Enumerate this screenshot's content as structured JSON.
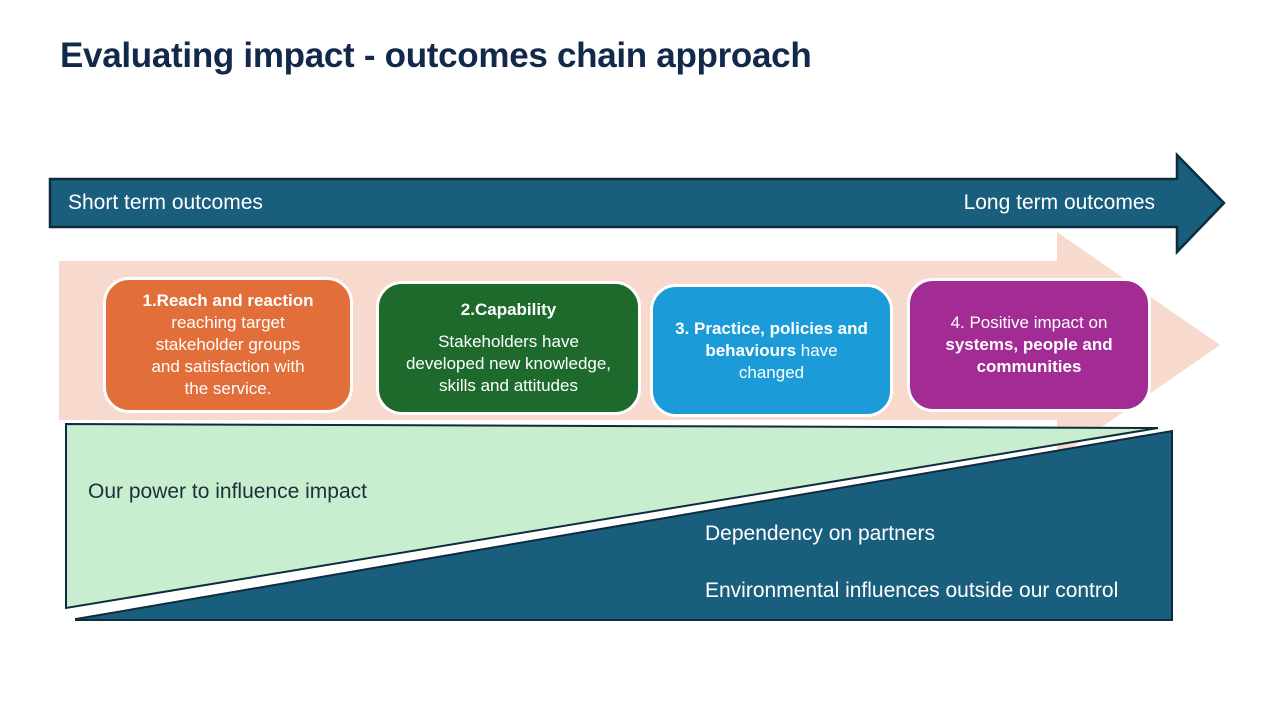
{
  "slide": {
    "title": "Evaluating impact - outcomes chain approach"
  },
  "timeline": {
    "left_label": "Short term outcomes",
    "right_label": "Long term outcomes"
  },
  "stages": [
    {
      "id": "1",
      "lines": [
        [
          {
            "t": "1.Reach and reaction",
            "b": true
          }
        ],
        [
          {
            "t": "reaching target"
          }
        ],
        [
          {
            "t": "stakeholder groups"
          }
        ],
        [
          {
            "t": "and satisfaction with"
          }
        ],
        [
          {
            "t": "the service."
          }
        ]
      ]
    },
    {
      "id": "2",
      "lines": [
        [
          {
            "t": "2.Capability",
            "b": true
          }
        ],
        [],
        [
          {
            "t": "Stakeholders have"
          }
        ],
        [
          {
            "t": "developed new knowledge,"
          }
        ],
        [
          {
            "t": "skills and attitudes"
          }
        ]
      ]
    },
    {
      "id": "3",
      "lines": [
        [
          {
            "t": "3. Practice, policies and",
            "b": true
          }
        ],
        [
          {
            "t": "behaviours",
            "b": true
          },
          {
            "t": " have"
          }
        ],
        [
          {
            "t": "changed"
          }
        ]
      ]
    },
    {
      "id": "4",
      "lines": [
        [
          {
            "t": "4. Positive impact on"
          }
        ],
        [
          {
            "t": "systems, people and",
            "b": true
          }
        ],
        [
          {
            "t": "communities",
            "b": true
          }
        ]
      ]
    }
  ],
  "influence": {
    "power_label": "Our power to influence impact",
    "dependency_label": "Dependency on partners",
    "environment_label": "Environmental influences outside our control"
  },
  "colors": {
    "title_ink": "#13294B",
    "outline": "#0F2B3E",
    "teal": "#1A5E7D",
    "pink": "#F7D9CE",
    "orange": "#E26E39",
    "green": "#1E6A2D",
    "blue": "#1B9CD9",
    "purple": "#A22C94",
    "light_green": "#C8EECF",
    "dark_text": "#1B3139",
    "white": "#FFFFFF"
  }
}
